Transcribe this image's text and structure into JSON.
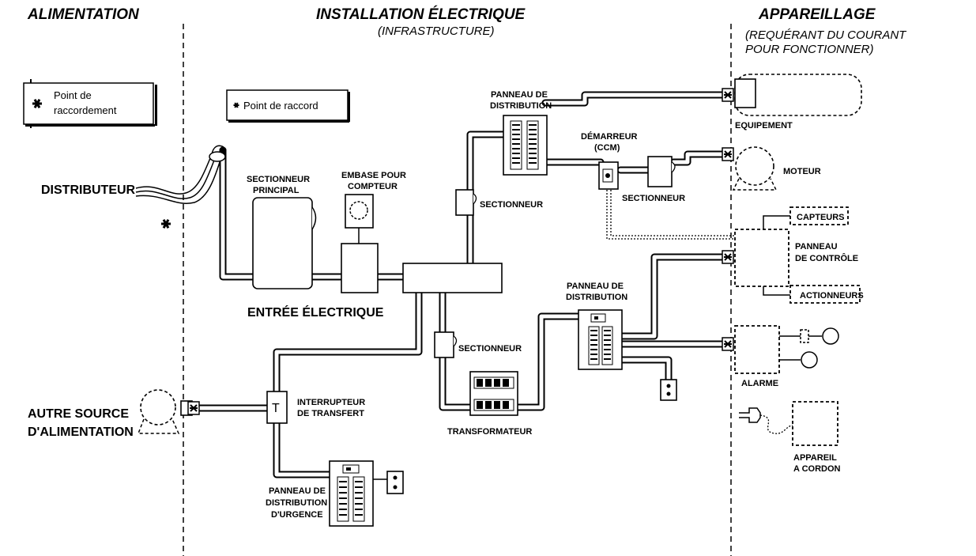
{
  "headers": {
    "alimentation": "ALIMENTATION",
    "installation": "INSTALLATION ÉLECTRIQUE",
    "installation_sub": "(INFRASTRUCTURE)",
    "appareillage": "APPAREILLAGE",
    "appareillage_sub1": "(REQUÉRANT DU COURANT",
    "appareillage_sub2": "POUR FONCTIONNER)"
  },
  "legend": {
    "left_line1": "Point de",
    "left_line2": "raccordement",
    "right_text": "Point de raccord"
  },
  "labels": {
    "distributeur": "DISTRIBUTEUR",
    "sectionneur_principal_1": "SECTIONNEUR",
    "sectionneur_principal_2": "PRINCIPAL",
    "embase_1": "EMBASE POUR",
    "embase_2": "COMPTEUR",
    "entree": "ENTRÉE ÉLECTRIQUE",
    "panneau_top_1": "PANNEAU DE",
    "panneau_top_2": "DISTRIBUTION",
    "demarreur_1": "DÉMARREUR",
    "demarreur_2": "(CCM)",
    "sectionneur_a": "SECTIONNEUR",
    "sectionneur_b": "SECTIONNEUR",
    "sectionneur_c": "SECTIONNEUR",
    "equipement": "EQUIPEMENT",
    "moteur": "MOTEUR",
    "capteurs": "CAPTEURS",
    "panneau_controle_1": "PANNEAU",
    "panneau_controle_2": "DE CONTRÔLE",
    "actionneurs": "ACTIONNEURS",
    "panneau_mid_1": "PANNEAU DE",
    "panneau_mid_2": "DISTRIBUTION",
    "alarme": "ALARME",
    "transformateur": "TRANSFORMATEUR",
    "autre_1": "AUTRE SOURCE",
    "autre_2": "D'ALIMENTATION",
    "interrupteur_1": "INTERRUPTEUR",
    "interrupteur_2": "DE TRANSFERT",
    "switch_letter": "T",
    "urgence_1": "PANNEAU DE",
    "urgence_2": "DISTRIBUTION",
    "urgence_3": "D'URGENCE",
    "appareil_1": "APPAREIL",
    "appareil_2": "A CORDON"
  }
}
